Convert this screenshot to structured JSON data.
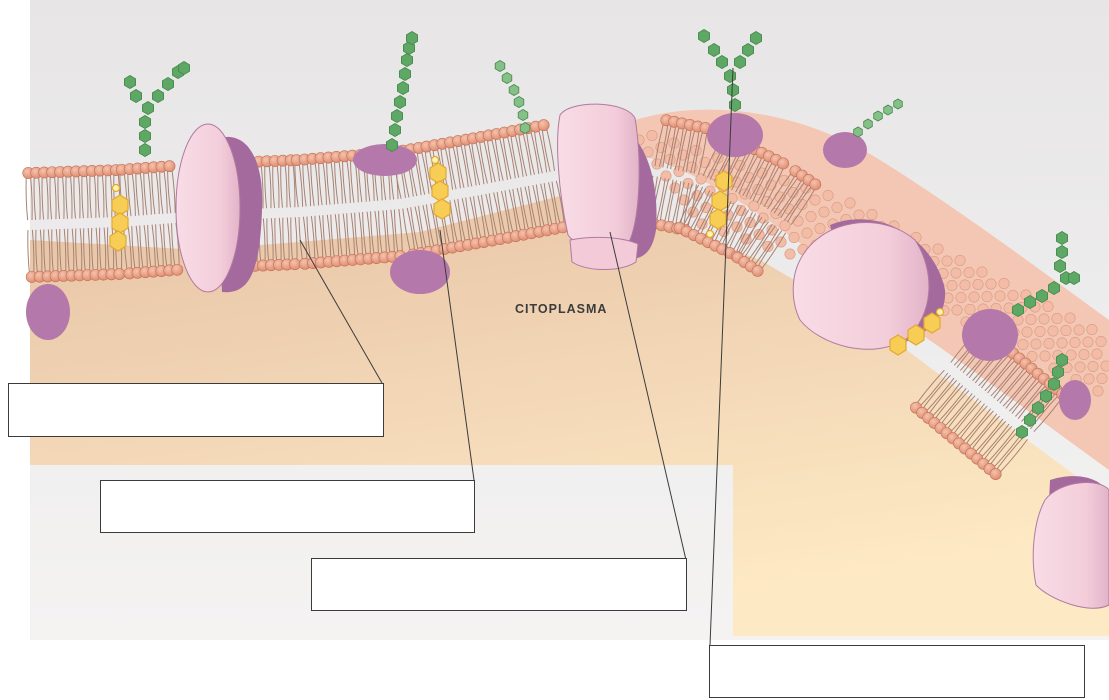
{
  "diagram": {
    "region_label": "CITOPLASMA",
    "label_boxes": [
      {
        "id": "box-1",
        "text": ""
      },
      {
        "id": "box-2",
        "text": ""
      },
      {
        "id": "box-3",
        "text": ""
      },
      {
        "id": "box-4",
        "text": ""
      }
    ],
    "colors": {
      "background_top": "#e6e4e4",
      "background_bottom": "#ececea",
      "cytoplasm_top": "#e8c8a9",
      "cytoplasm_bottom": "#fbe8c4",
      "phospholipid_head": "#e59a7e",
      "phospholipid_head_stroke": "#c07058",
      "lipid_tail": "#a88274",
      "protein_light": "#f6d4df",
      "protein_shadow": "#a56a9d",
      "peripheral_protein": "#b173a8",
      "glycan": "#5fa764",
      "cholesterol": "#f6c94b",
      "leader_line": "#3b3b3b"
    },
    "icons": [
      "phospholipid-bilayer",
      "integral-protein",
      "peripheral-protein",
      "cholesterol",
      "glycoprotein-chain"
    ]
  }
}
